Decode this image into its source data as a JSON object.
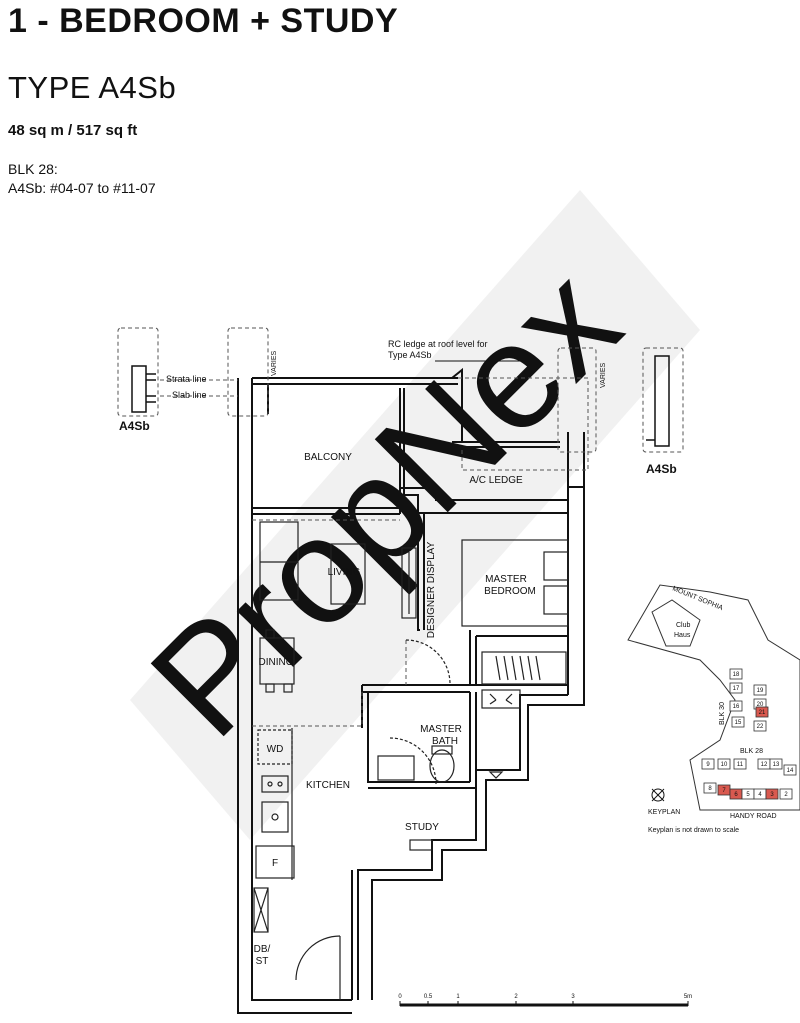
{
  "header": {
    "title": "1 - BEDROOM + STUDY",
    "type": "TYPE A4Sb",
    "area": "48 sq m / 517 sq ft",
    "block": "BLK 28:",
    "units": "A4Sb: #04-07 to #11-07"
  },
  "plan": {
    "rooms": {
      "balcony": "BALCONY",
      "ac_ledge": "A/C LEDGE",
      "living": "LIVING",
      "designer_display": "DESIGNER DISPLAY",
      "master_bedroom": "MASTER BEDROOM",
      "dining": "DINING",
      "master_bath": "MASTER BATH",
      "kitchen": "KITCHEN",
      "study": "STUDY",
      "wd": "WD",
      "fridge": "F",
      "db_st": "DB/ ST"
    },
    "annotations": {
      "rc_ledge": "RC ledge at roof level for Type A4Sb",
      "strata_line": "Strata line",
      "slab_line": "Slab line",
      "varies": "VARIES",
      "unit_type": "A4Sb"
    },
    "watermark": "PropNex"
  },
  "keyplan": {
    "road_top": "MOUNT SOPHIA",
    "club": "Club Haus",
    "blk30": "BLK 30",
    "blk28": "BLK 28",
    "road_bottom": "HANDY ROAD",
    "label": "KEYPLAN",
    "note": "Keyplan is not drawn to scale",
    "units": [
      "18",
      "17",
      "19",
      "16",
      "20",
      "15",
      "21",
      "22",
      "9",
      "10",
      "11",
      "12",
      "13",
      "14",
      "8",
      "7",
      "6",
      "5",
      "4",
      "3",
      "2"
    ]
  },
  "scale": {
    "ticks": [
      "0",
      "0.5",
      "1",
      "2",
      "3",
      "5m"
    ]
  },
  "colors": {
    "highlight": "#d9594f",
    "line": "#111111",
    "watermark": "#e9e9e9"
  }
}
